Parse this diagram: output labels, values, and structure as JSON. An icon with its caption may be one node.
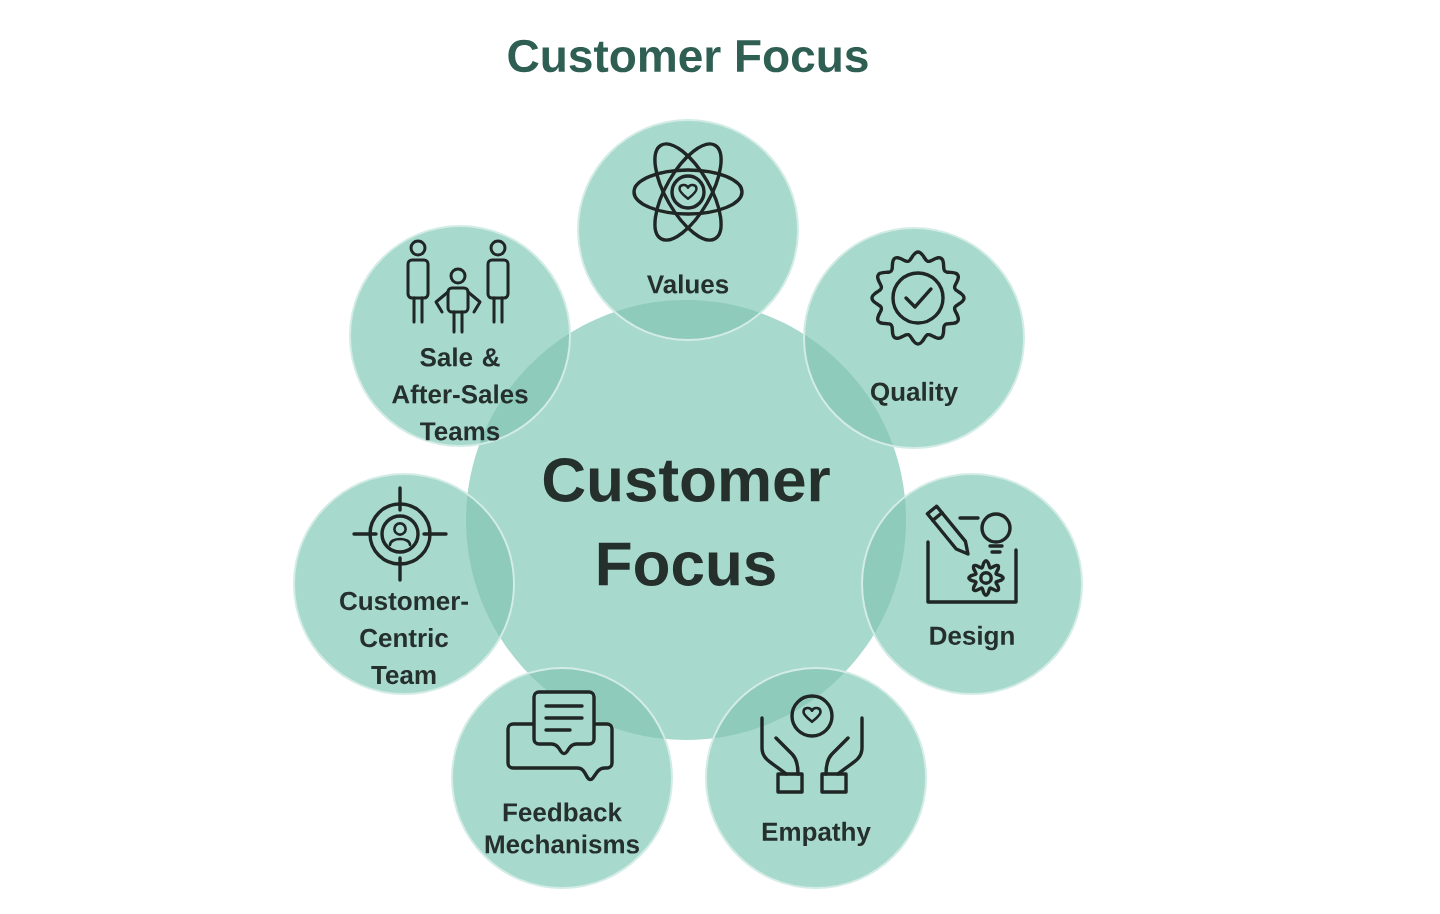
{
  "diagram": {
    "title": "Customer Focus",
    "nodes": [
      {
        "text": [
          "Customer Focus"
        ]
      },
      {
        "text": [
          "Values"
        ]
      },
      {
        "text": [
          "Quality"
        ]
      },
      {
        "text": [
          "Design"
        ]
      },
      {
        "text": [
          "Empathy"
        ]
      },
      {
        "text": [
          "Feedback Mechanisms"
        ]
      },
      {
        "text": [
          "Customer-Centric Team"
        ]
      },
      {
        "text": [
          "Sale & After-Sales Teams"
        ]
      }
    ]
  }
}
